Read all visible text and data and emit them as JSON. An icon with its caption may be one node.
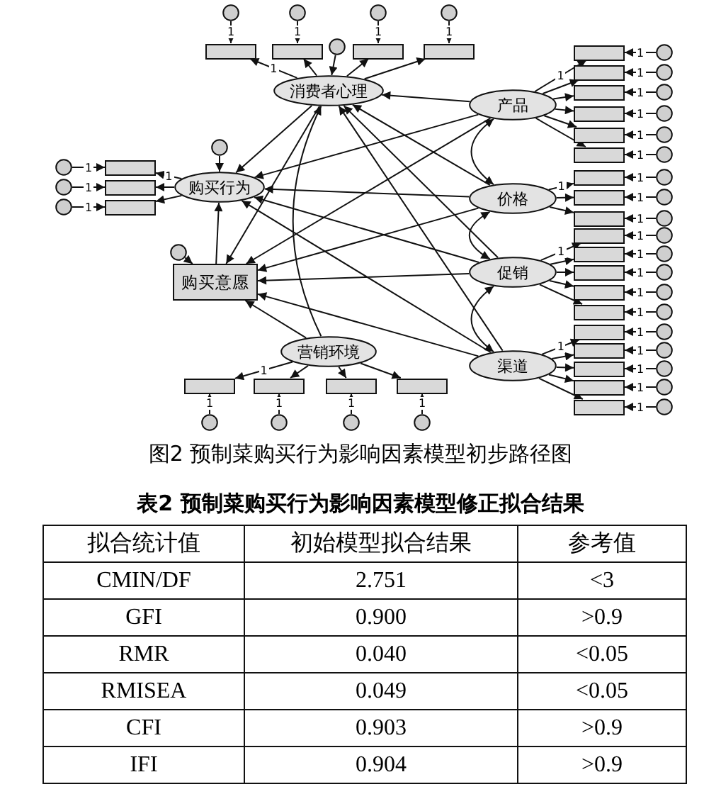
{
  "diagram": {
    "caption": "图2  预制菜购买行为影响因素模型初步路径图",
    "nodes": [
      {
        "text": [
          "消费者心理"
        ]
      },
      {
        "text": [
          "购买行为"
        ]
      },
      {
        "text": [
          "购买意愿"
        ]
      },
      {
        "text": [
          "营销环境"
        ]
      },
      {
        "text": [
          "产品"
        ]
      },
      {
        "text": [
          "价格"
        ]
      },
      {
        "text": [
          "促销"
        ]
      },
      {
        "text": [
          "渠道"
        ]
      },
      {
        "text": [],
        "shape": "circle"
      },
      {
        "text": [],
        "shape": "circle"
      },
      {
        "text": [],
        "shape": "circle"
      },
      {
        "text": [],
        "shape": "box"
      },
      {
        "text": [],
        "shape": "box"
      },
      {
        "text": [],
        "shape": "box"
      },
      {
        "text": [],
        "shape": "box"
      },
      {
        "text": [],
        "shape": "circle"
      },
      {
        "text": [],
        "shape": "circle"
      },
      {
        "text": [],
        "shape": "circle"
      },
      {
        "text": [],
        "shape": "circle"
      },
      {
        "text": [],
        "shape": "box"
      },
      {
        "text": [],
        "shape": "box"
      },
      {
        "text": [],
        "shape": "box"
      },
      {
        "text": [],
        "shape": "circle"
      },
      {
        "text": [],
        "shape": "circle"
      },
      {
        "text": [],
        "shape": "circle"
      },
      {
        "text": [],
        "shape": "box"
      },
      {
        "text": [],
        "shape": "box"
      },
      {
        "text": [],
        "shape": "box"
      },
      {
        "text": [],
        "shape": "box"
      },
      {
        "text": [],
        "shape": "circle"
      },
      {
        "text": [],
        "shape": "circle"
      },
      {
        "text": [],
        "shape": "circle"
      },
      {
        "text": [],
        "shape": "circle"
      },
      {
        "text": [],
        "shape": "box"
      },
      {
        "text": [],
        "shape": "box"
      },
      {
        "text": [],
        "shape": "box"
      },
      {
        "text": [],
        "shape": "box"
      },
      {
        "text": [],
        "shape": "box"
      },
      {
        "text": [],
        "shape": "box"
      },
      {
        "text": [],
        "shape": "circle"
      },
      {
        "text": [],
        "shape": "circle"
      },
      {
        "text": [],
        "shape": "circle"
      },
      {
        "text": [],
        "shape": "circle"
      },
      {
        "text": [],
        "shape": "circle"
      },
      {
        "text": [],
        "shape": "circle"
      },
      {
        "text": [],
        "shape": "box"
      },
      {
        "text": [],
        "shape": "box"
      },
      {
        "text": [],
        "shape": "box"
      },
      {
        "text": [],
        "shape": "circle"
      },
      {
        "text": [],
        "shape": "circle"
      },
      {
        "text": [],
        "shape": "circle"
      },
      {
        "text": [],
        "shape": "box"
      },
      {
        "text": [],
        "shape": "box"
      },
      {
        "text": [],
        "shape": "box"
      },
      {
        "text": [],
        "shape": "box"
      },
      {
        "text": [],
        "shape": "box"
      },
      {
        "text": [],
        "shape": "circle"
      },
      {
        "text": [],
        "shape": "circle"
      },
      {
        "text": [],
        "shape": "circle"
      },
      {
        "text": [],
        "shape": "circle"
      },
      {
        "text": [],
        "shape": "circle"
      },
      {
        "text": [],
        "shape": "box"
      },
      {
        "text": [],
        "shape": "box"
      },
      {
        "text": [],
        "shape": "box"
      },
      {
        "text": [],
        "shape": "box"
      },
      {
        "text": [],
        "shape": "box"
      },
      {
        "text": [],
        "shape": "circle"
      },
      {
        "text": [],
        "shape": "circle"
      },
      {
        "text": [],
        "shape": "circle"
      },
      {
        "text": [],
        "shape": "circle"
      },
      {
        "text": [],
        "shape": "circle"
      }
    ],
    "edges": [
      {
        "from": 0,
        "to": 11,
        "arrow": "to",
        "label": "1"
      },
      {
        "from": 0,
        "to": 12,
        "arrow": "to"
      },
      {
        "from": 0,
        "to": 13,
        "arrow": "to"
      },
      {
        "from": 0,
        "to": 14,
        "arrow": "to"
      },
      {
        "from": 15,
        "to": 11,
        "arrow": "to",
        "label": "1"
      },
      {
        "from": 16,
        "to": 12,
        "arrow": "to",
        "label": "1"
      },
      {
        "from": 17,
        "to": 13,
        "arrow": "to",
        "label": "1"
      },
      {
        "from": 18,
        "to": 14,
        "arrow": "to",
        "label": "1"
      },
      {
        "from": 1,
        "to": 19,
        "arrow": "to",
        "label": "1"
      },
      {
        "from": 1,
        "to": 20,
        "arrow": "to"
      },
      {
        "from": 1,
        "to": 21,
        "arrow": "to"
      },
      {
        "from": 22,
        "to": 19,
        "arrow": "to",
        "label": "1"
      },
      {
        "from": 23,
        "to": 20,
        "arrow": "to",
        "label": "1"
      },
      {
        "from": 24,
        "to": 21,
        "arrow": "to",
        "label": "1"
      },
      {
        "from": 3,
        "to": 25,
        "arrow": "to",
        "label": "1"
      },
      {
        "from": 3,
        "to": 26,
        "arrow": "to"
      },
      {
        "from": 3,
        "to": 27,
        "arrow": "to"
      },
      {
        "from": 3,
        "to": 28,
        "arrow": "to"
      },
      {
        "from": 29,
        "to": 25,
        "arrow": "to",
        "label": "1"
      },
      {
        "from": 30,
        "to": 26,
        "arrow": "to",
        "label": "1"
      },
      {
        "from": 31,
        "to": 27,
        "arrow": "to",
        "label": "1"
      },
      {
        "from": 32,
        "to": 28,
        "arrow": "to",
        "label": "1"
      },
      {
        "from": 4,
        "to": 33,
        "arrow": "to",
        "label": "1"
      },
      {
        "from": 4,
        "to": 34,
        "arrow": "to"
      },
      {
        "from": 4,
        "to": 35,
        "arrow": "to"
      },
      {
        "from": 4,
        "to": 36,
        "arrow": "to"
      },
      {
        "from": 4,
        "to": 37,
        "arrow": "to"
      },
      {
        "from": 4,
        "to": 38,
        "arrow": "to"
      },
      {
        "from": 39,
        "to": 33,
        "arrow": "to",
        "label": "1"
      },
      {
        "from": 40,
        "to": 34,
        "arrow": "to",
        "label": "1"
      },
      {
        "from": 41,
        "to": 35,
        "arrow": "to",
        "label": "1"
      },
      {
        "from": 42,
        "to": 36,
        "arrow": "to",
        "label": "1"
      },
      {
        "from": 43,
        "to": 37,
        "arrow": "to",
        "label": "1"
      },
      {
        "from": 44,
        "to": 38,
        "arrow": "to",
        "label": "1"
      },
      {
        "from": 5,
        "to": 45,
        "arrow": "to",
        "label": "1"
      },
      {
        "from": 5,
        "to": 46,
        "arrow": "to"
      },
      {
        "from": 5,
        "to": 47,
        "arrow": "to"
      },
      {
        "from": 48,
        "to": 45,
        "arrow": "to",
        "label": "1"
      },
      {
        "from": 49,
        "to": 46,
        "arrow": "to",
        "label": "1"
      },
      {
        "from": 50,
        "to": 47,
        "arrow": "to",
        "label": "1"
      },
      {
        "from": 6,
        "to": 51,
        "arrow": "to",
        "label": "1"
      },
      {
        "from": 6,
        "to": 52,
        "arrow": "to"
      },
      {
        "from": 6,
        "to": 53,
        "arrow": "to"
      },
      {
        "from": 6,
        "to": 54,
        "arrow": "to"
      },
      {
        "from": 6,
        "to": 55,
        "arrow": "to"
      },
      {
        "from": 56,
        "to": 51,
        "arrow": "to",
        "label": "1"
      },
      {
        "from": 57,
        "to": 52,
        "arrow": "to",
        "label": "1"
      },
      {
        "from": 58,
        "to": 53,
        "arrow": "to",
        "label": "1"
      },
      {
        "from": 59,
        "to": 54,
        "arrow": "to",
        "label": "1"
      },
      {
        "from": 60,
        "to": 55,
        "arrow": "to",
        "label": "1"
      },
      {
        "from": 7,
        "to": 61,
        "arrow": "to",
        "label": "1"
      },
      {
        "from": 7,
        "to": 62,
        "arrow": "to"
      },
      {
        "from": 7,
        "to": 63,
        "arrow": "to"
      },
      {
        "from": 7,
        "to": 64,
        "arrow": "to"
      },
      {
        "from": 7,
        "to": 65,
        "arrow": "to"
      },
      {
        "from": 66,
        "to": 61,
        "arrow": "to",
        "label": "1"
      },
      {
        "from": 67,
        "to": 62,
        "arrow": "to",
        "label": "1"
      },
      {
        "from": 68,
        "to": 63,
        "arrow": "to",
        "label": "1"
      },
      {
        "from": 69,
        "to": 64,
        "arrow": "to",
        "label": "1"
      },
      {
        "from": 70,
        "to": 65,
        "arrow": "to",
        "label": "1"
      },
      {
        "from": 8,
        "to": 0,
        "arrow": "to"
      },
      {
        "from": 9,
        "to": 1,
        "arrow": "to"
      },
      {
        "from": 10,
        "to": 2,
        "arrow": "to"
      },
      {
        "from": 4,
        "to": 0,
        "arrow": "to"
      },
      {
        "from": 5,
        "to": 0,
        "arrow": "to"
      },
      {
        "from": 6,
        "to": 0,
        "arrow": "to"
      },
      {
        "from": 7,
        "to": 0,
        "arrow": "to"
      },
      {
        "from": 4,
        "to": 1,
        "arrow": "to"
      },
      {
        "from": 5,
        "to": 1,
        "arrow": "to"
      },
      {
        "from": 6,
        "to": 1,
        "arrow": "to"
      },
      {
        "from": 7,
        "to": 1,
        "arrow": "to"
      },
      {
        "from": 4,
        "to": 2,
        "arrow": "to"
      },
      {
        "from": 5,
        "to": 2,
        "arrow": "to"
      },
      {
        "from": 6,
        "to": 2,
        "arrow": "to"
      },
      {
        "from": 7,
        "to": 2,
        "arrow": "to"
      },
      {
        "from": 0,
        "to": 1,
        "arrow": "to"
      },
      {
        "from": 0,
        "to": 2,
        "arrow": "to"
      },
      {
        "from": 2,
        "to": 1,
        "arrow": "to"
      },
      {
        "from": 3,
        "to": 0,
        "arrow": "to"
      },
      {
        "from": 3,
        "to": 2,
        "arrow": "to"
      },
      {
        "from": 4,
        "to": 5,
        "arrow": "both"
      },
      {
        "from": 5,
        "to": 6,
        "arrow": "both"
      },
      {
        "from": 6,
        "to": 7,
        "arrow": "both"
      }
    ],
    "labels": [
      "表2  预制菜购买行为影响因素模型修正拟合结果",
      "拟合统计值",
      "初始模型拟合结果",
      "参考值",
      "CMIN/DF",
      "2.751",
      "<3",
      "GFI",
      "0.900",
      ">0.9",
      "RMR",
      "0.040",
      "<0.05",
      "RMISEA",
      "0.049",
      "<0.05",
      "CFI",
      "0.903",
      ">0.9",
      "IFI",
      "0.904",
      ">0.9"
    ]
  }
}
